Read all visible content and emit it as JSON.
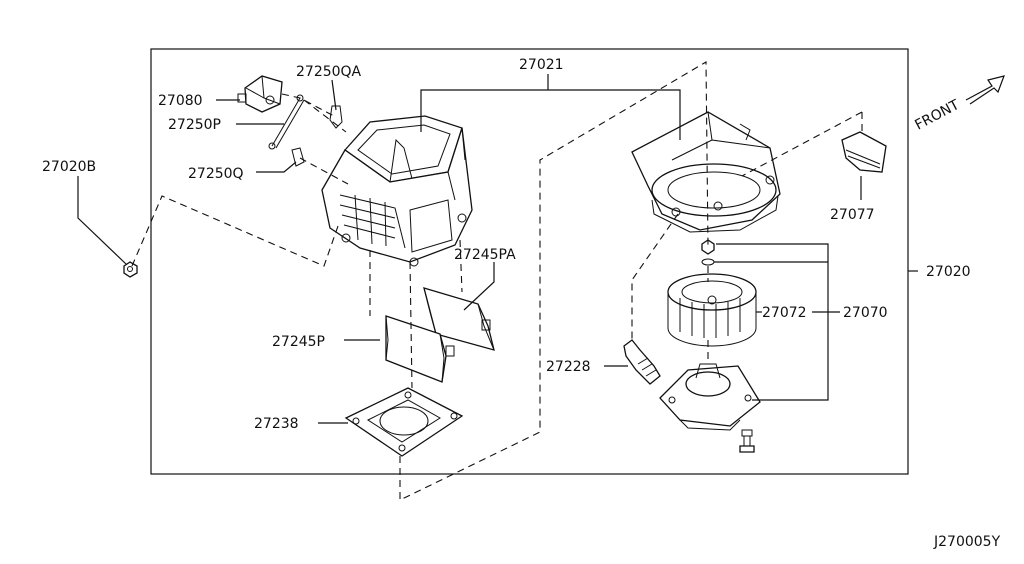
{
  "diagram": {
    "reference_code": "J270005Y",
    "front_label": "FRONT",
    "callouts": {
      "p27020B": "27020B",
      "p27080": "27080",
      "p27250QA": "27250QA",
      "p27250P": "27250P",
      "p27250Q": "27250Q",
      "p27021": "27021",
      "p27245PA": "27245PA",
      "p27245P": "27245P",
      "p27238": "27238",
      "p27228": "27228",
      "p27077": "27077",
      "p27020": "27020",
      "p27072": "27072",
      "p27070": "27070"
    }
  }
}
